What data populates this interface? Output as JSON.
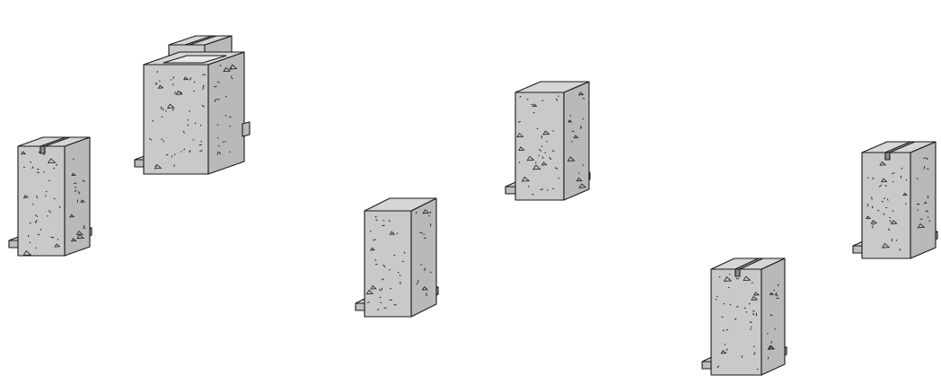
{
  "scene": {
    "colors": {
      "front_face": "#c9c9c9",
      "side_face": "#b9b9b9",
      "top_face": "#d6d6d6",
      "base_top": "#cfcfcf",
      "base_front": "#bdbdbd",
      "base_side": "#a9a9a9",
      "edge": "#1a1a1a",
      "background": "#ffffff"
    },
    "pedestals": [
      {
        "name": "pedestal-far-left",
        "variant": "slotted"
      },
      {
        "name": "pedestal-tall-hollow",
        "variant": "hollow-with-slotted-top"
      },
      {
        "name": "pedestal-center",
        "variant": "plain"
      },
      {
        "name": "pedestal-center-right",
        "variant": "plain"
      },
      {
        "name": "pedestal-front-right",
        "variant": "slotted"
      },
      {
        "name": "pedestal-far-right",
        "variant": "slotted"
      }
    ]
  }
}
